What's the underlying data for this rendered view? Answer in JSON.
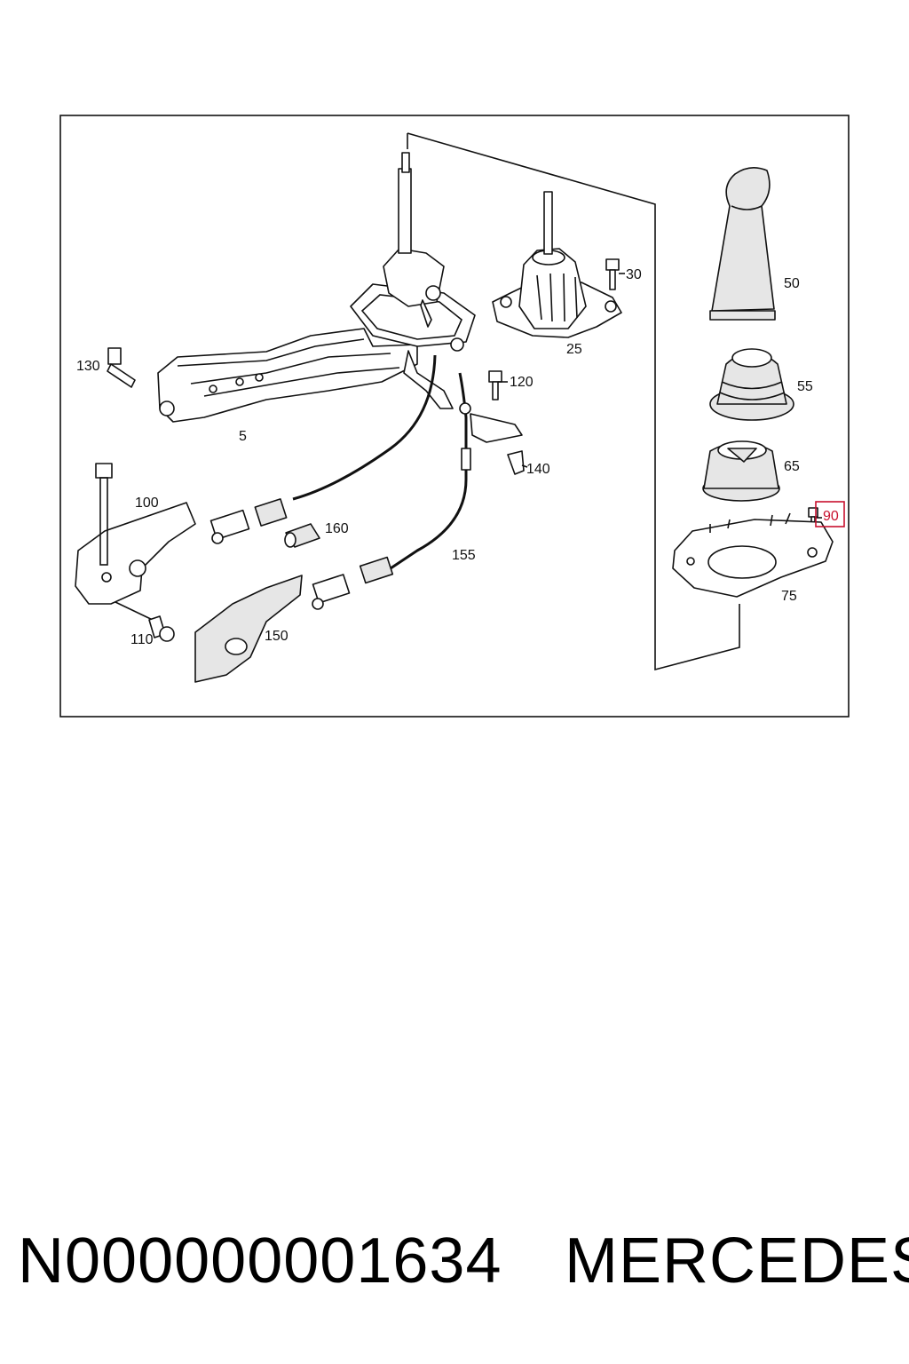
{
  "diagram": {
    "callouts": {
      "p5": "5",
      "p25": "25",
      "p30": "30",
      "p50": "50",
      "p55": "55",
      "p65": "65",
      "p75": "75",
      "p90": "90",
      "p100": "100",
      "p110": "110",
      "p120": "120",
      "p130": "130",
      "p140": "140",
      "p150": "150",
      "p155": "155",
      "p160": "160"
    },
    "highlighted_part": "90",
    "highlight_color": "#c8102e"
  },
  "footer": {
    "part_number": "N000000001634",
    "brand": "MERCEDES"
  }
}
